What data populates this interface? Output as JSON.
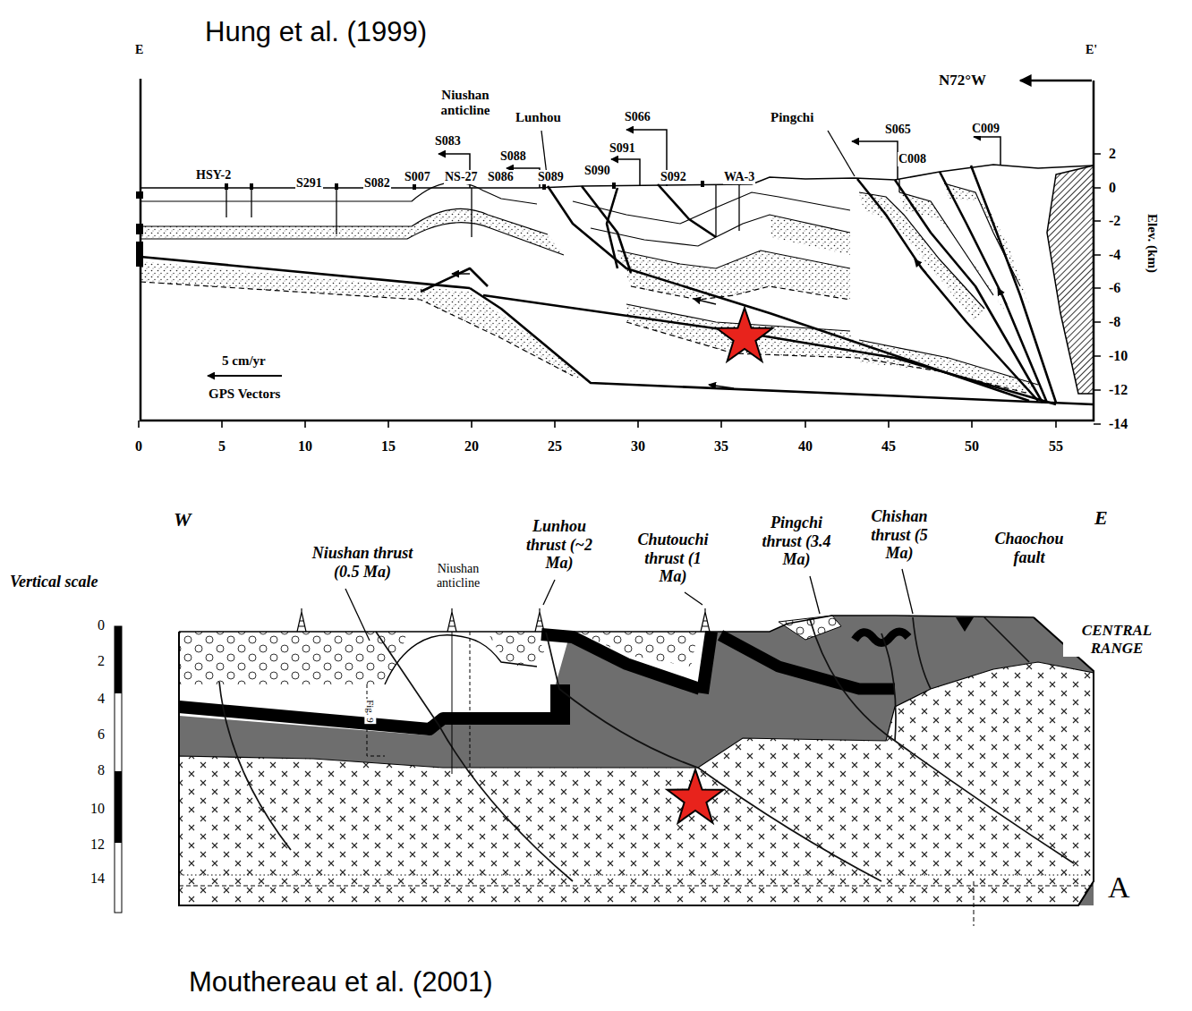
{
  "diagram": {
    "labels": [
      "Hung et al. (1999)",
      "E",
      "E'",
      "N72°W",
      "Niushan anticline",
      "Lunhou",
      "S083",
      "S088",
      "S066",
      "S091",
      "S086",
      "S089",
      "S090",
      "S092",
      "NS-27",
      "HSY-2",
      "S291",
      "S082",
      "S007",
      "WA-3",
      "Pingchi",
      "S065",
      "C009",
      "C008",
      "5 cm/yr",
      "GPS Vectors",
      "Elev. (km)",
      "2",
      "0",
      "-2",
      "-4",
      "-6",
      "-8",
      "-10",
      "-12",
      "-14",
      "0",
      "5",
      "10",
      "15",
      "20",
      "25",
      "30",
      "35",
      "40",
      "45",
      "50",
      "55",
      "W",
      "E",
      "Niushan thrust (0.5 Ma)",
      "Niushan anticline",
      "Lunhou thrust (~2 Ma)",
      "Chutouchi thrust (1 Ma)",
      "Pingchi thrust (3.4 Ma)",
      "Chishan thrust (5 Ma)",
      "Chaochou fault",
      "CENTRAL RANGE",
      "Vertical scale",
      "0",
      "2",
      "4",
      "6",
      "8",
      "10",
      "12",
      "14",
      "Fig. 9",
      "A",
      "Mouthereau et al. (2001)"
    ]
  }
}
